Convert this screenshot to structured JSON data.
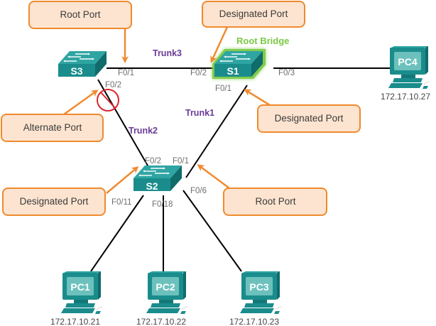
{
  "diagram": {
    "title": "Spanning Tree Port Roles",
    "colors": {
      "device_teal": "#1a8c8c",
      "callout_fill": "#fde4d0",
      "callout_border": "#f08a2e",
      "arrow": "#f08a2e",
      "trunk_text": "#6b3a96",
      "root_bridge_glow": "#7ac943",
      "blocked_symbol": "#d9262c"
    },
    "switches": [
      {
        "id": "S3",
        "label": "S3"
      },
      {
        "id": "S1",
        "label": "S1",
        "root_bridge": true,
        "badge": "Root Bridge"
      },
      {
        "id": "S2",
        "label": "S2"
      }
    ],
    "pcs": [
      {
        "id": "PC1",
        "label": "PC1",
        "ip": "172.17.10.21"
      },
      {
        "id": "PC2",
        "label": "PC2",
        "ip": "172.17.10.22"
      },
      {
        "id": "PC3",
        "label": "PC3",
        "ip": "172.17.10.23"
      },
      {
        "id": "PC4",
        "label": "PC4",
        "ip": "172.17.10.27"
      }
    ],
    "trunks": [
      {
        "id": "trunk3",
        "label": "Trunk3",
        "from": "S3",
        "from_port": "F0/1",
        "to": "S1",
        "to_port": "F0/2"
      },
      {
        "id": "trunk1",
        "label": "Trunk1",
        "from": "S1",
        "from_port": "F0/1",
        "to": "S2",
        "to_port": "F0/1"
      },
      {
        "id": "trunk2",
        "label": "Trunk2",
        "from": "S3",
        "from_port": "F0/2",
        "to": "S2",
        "to_port": "F0/2",
        "blocked_at": "S3 F0/2"
      }
    ],
    "access_links": [
      {
        "from": "S1",
        "port": "F0/3",
        "to": "PC4"
      },
      {
        "from": "S2",
        "port": "F0/11",
        "to": "PC1"
      },
      {
        "from": "S2",
        "port": "F0/18",
        "to": "PC2"
      },
      {
        "from": "S2",
        "port": "F0/6",
        "to": "PC3"
      }
    ],
    "port_labels": {
      "s3_f01": "F0/1",
      "s3_f02": "F0/2",
      "s1_f02": "F0/2",
      "s1_f03": "F0/3",
      "s1_f01": "F0/1",
      "s2_f02": "F0/2",
      "s2_f01": "F0/1",
      "s2_f06": "F0/6",
      "s2_f011": "F0/11",
      "s2_f018": "F0/18"
    },
    "callouts": [
      {
        "id": "s3-root-port",
        "text": "Root Port",
        "target": "S3 F0/1"
      },
      {
        "id": "s1-designated-port-f02",
        "text": "Designated Port",
        "target": "S1 F0/2"
      },
      {
        "id": "s3-alternate-port",
        "text": "Alternate Port",
        "target": "S3 F0/2"
      },
      {
        "id": "s1-designated-port-f01",
        "text": "Designated Port",
        "target": "S1 F0/1"
      },
      {
        "id": "s2-designated-port",
        "text": "Designated Port",
        "target": "S2 F0/2"
      },
      {
        "id": "s2-root-port",
        "text": "Root Port",
        "target": "S2 F0/1"
      }
    ]
  }
}
